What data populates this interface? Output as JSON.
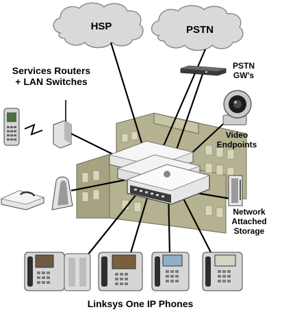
{
  "clouds": {
    "hsp": "HSP",
    "pstn": "PSTN"
  },
  "labels": {
    "services_line1": "Services Routers",
    "services_line2": "+ LAN Switches",
    "pstn_gw_line1": "PSTN",
    "pstn_gw_line2": "GW's",
    "video_line1": "Video",
    "video_line2": "Endpoints",
    "nas_line1": "Network",
    "nas_line2": "Attached",
    "nas_line3": "Storage",
    "phones_caption": "Linksys One IP Phones"
  },
  "icons": {
    "building": "office-building-icon",
    "router": "router-stack-icon",
    "gateway": "pstn-gateway-icon",
    "camera": "video-camera-icon",
    "nas": "nas-storage-icon",
    "mobile": "mobile-phone-icon",
    "access_point": "wireless-access-point-icon",
    "fax": "fax-machine-icon",
    "cordless": "cordless-base-icon",
    "ip_phone": "ip-phone-icon"
  },
  "colors": {
    "cloud": "#d9d9d9",
    "cloud_edge": "#8a8a8a",
    "building": "#b4b291",
    "building_dark": "#8f8d6a",
    "window": "#d8d6bc",
    "device": "#e6e6e6",
    "line": "#000000"
  }
}
